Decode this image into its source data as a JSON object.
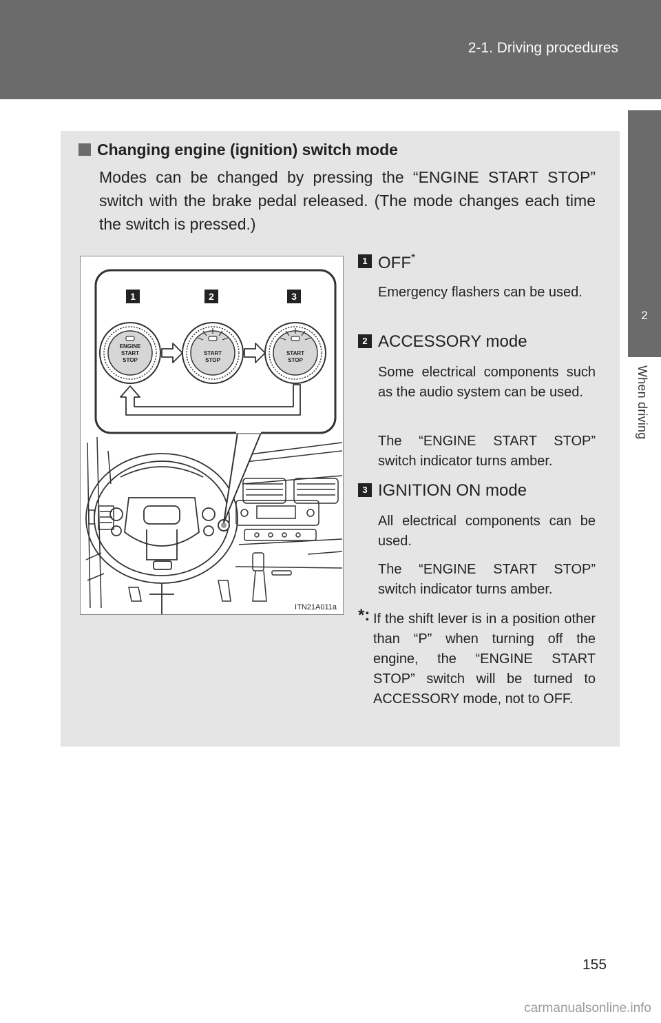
{
  "header": {
    "title": "2-1. Driving procedures"
  },
  "side_tab": {
    "number": "2",
    "label": "When driving"
  },
  "section": {
    "heading": "Changing engine (ignition) switch mode",
    "intro": "Modes can be changed by pressing the “ENGINE START STOP” switch with the brake pedal released. (The mode changes each time the switch is pressed.)"
  },
  "figure": {
    "code": "ITN21A011a",
    "markers": [
      "1",
      "2",
      "3"
    ],
    "button_text": {
      "line1": "ENGINE",
      "line2": "START",
      "line3": "STOP"
    }
  },
  "items": [
    {
      "marker": "1",
      "title": "OFF",
      "sup": "*",
      "desc": [
        "Emergency flashers can be used."
      ]
    },
    {
      "marker": "2",
      "title": "ACCESSORY mode",
      "desc": [
        "Some electrical components such as the audio system can be used.",
        "The “ENGINE START STOP” switch indicator turns amber."
      ]
    },
    {
      "marker": "3",
      "title": "IGNITION ON mode",
      "desc": [
        "All electrical components can be used.",
        "The “ENGINE START STOP” switch indicator turns amber."
      ]
    }
  ],
  "footnote": {
    "mark": "*:",
    "text": "If the shift lever is in a position other than “P” when turning off the engine, the “ENGINE START STOP” switch will be turned to ACCESSORY mode, not to OFF."
  },
  "page_number": "155",
  "watermark": "carmanualsonline.info"
}
